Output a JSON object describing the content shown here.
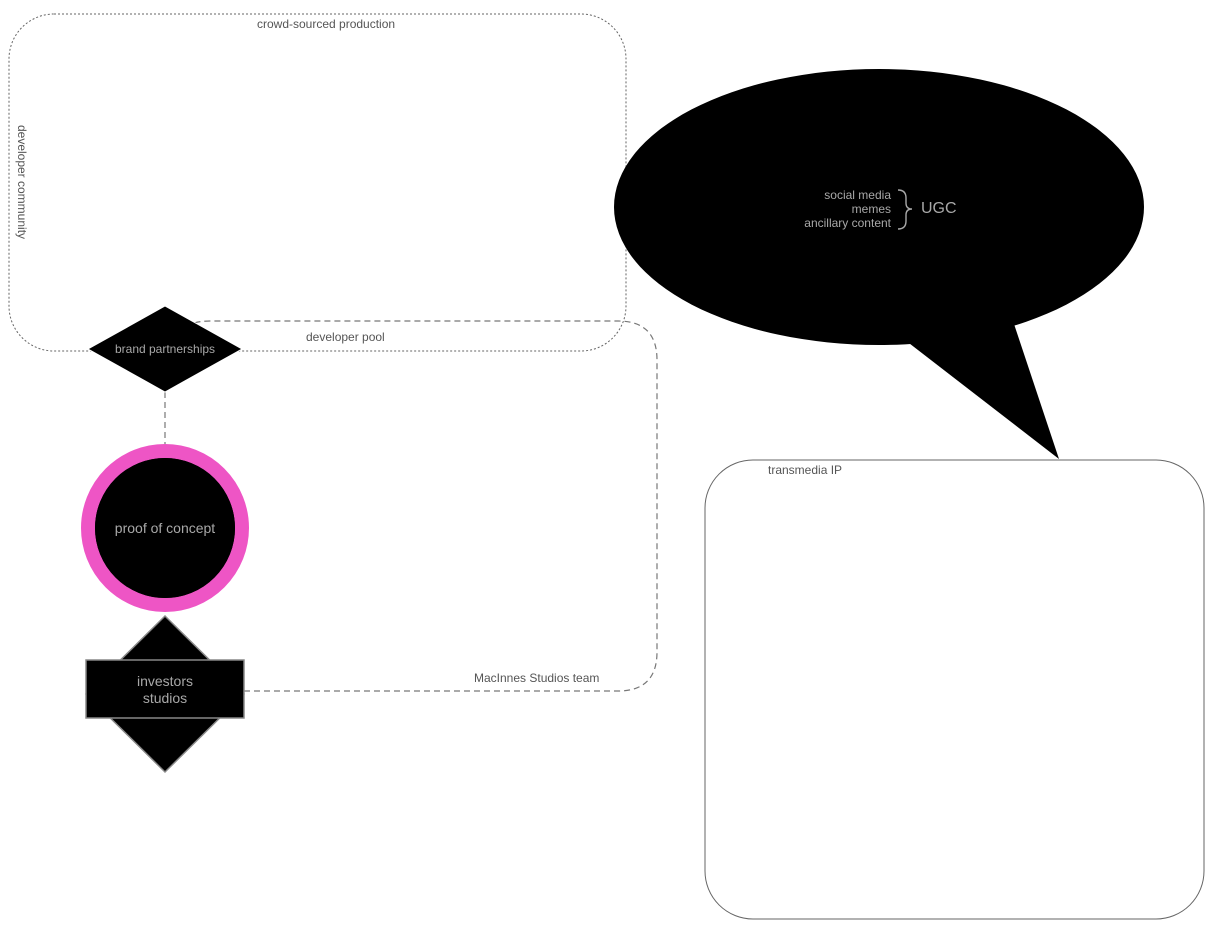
{
  "diagram": {
    "groups": {
      "crowd_sourced_production": "crowd-sourced production",
      "developer_community": "developer community",
      "developer_pool": "developer pool",
      "macinnes_team": "MacInnes Studios team",
      "transmedia_ip": "transmedia IP"
    },
    "nodes": {
      "brand_partnerships": "brand partnerships",
      "proof_of_concept": "proof of concept",
      "investors_studios": {
        "line1": "investors",
        "line2": "studios"
      }
    },
    "speech_bubble": {
      "items": [
        "social media",
        "memes",
        "ancillary content"
      ],
      "brace": "}",
      "label": "UGC"
    },
    "colors": {
      "node_fill": "#000000",
      "ring_accent": "#ee55c5",
      "group_stroke": "#666666",
      "connector_stroke": "#777777",
      "node_text": "#a8a8a8",
      "group_text": "#555555"
    }
  }
}
